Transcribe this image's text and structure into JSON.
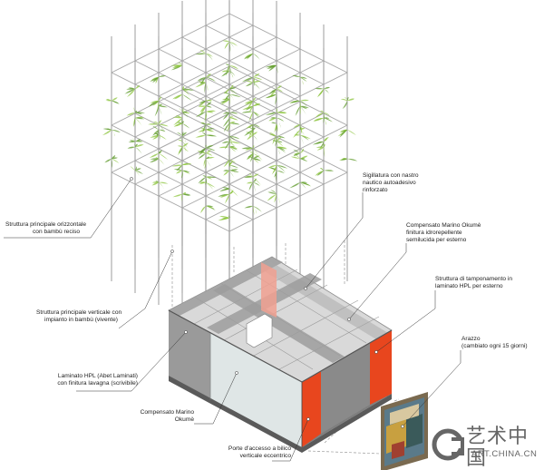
{
  "labels": {
    "horizontal_structure": [
      "Struttura principale orizzontale",
      "con  bambù reciso"
    ],
    "sealing_tape": [
      "Sigillatura con nastro",
      "nautico autoadesivo",
      "rinforzato"
    ],
    "okume_finish": [
      "Compensato Marino Okumè",
      "finitura idrorepellente",
      "semilucida per esterno"
    ],
    "infill_structure": [
      "Struttura di tamponamento in",
      "laminato HPL per esterno"
    ],
    "vertical_structure": [
      "Struttura principale verticale con",
      "impianto in bambù (vivente)"
    ],
    "tapestry": [
      "Arazzo",
      "(cambiato ogni 15 giorni)"
    ],
    "hpl_laminate": [
      "Laminato HPL (Abet Laminati)",
      "con finitura lavagna (scrivibile)"
    ],
    "okume_plywood": [
      "Compensato Marino",
      "Okumè"
    ],
    "access_doors": [
      "Porte d'accesso a bilico",
      "verticale eccentrico"
    ]
  },
  "watermark": {
    "cn": "艺术中国",
    "en": "ART.CHINA.CN"
  },
  "colors": {
    "bamboo_leaf": "#8cc43c",
    "bamboo_leaf_dark": "#5e9a2a",
    "frame_line": "#9a9a9a",
    "door_orange": "#e8461e",
    "panel_grey": "#8d8d8d",
    "roof_grey": "#b8b8b8",
    "pink_panel": "#f0a090",
    "watermark": "#666666"
  }
}
